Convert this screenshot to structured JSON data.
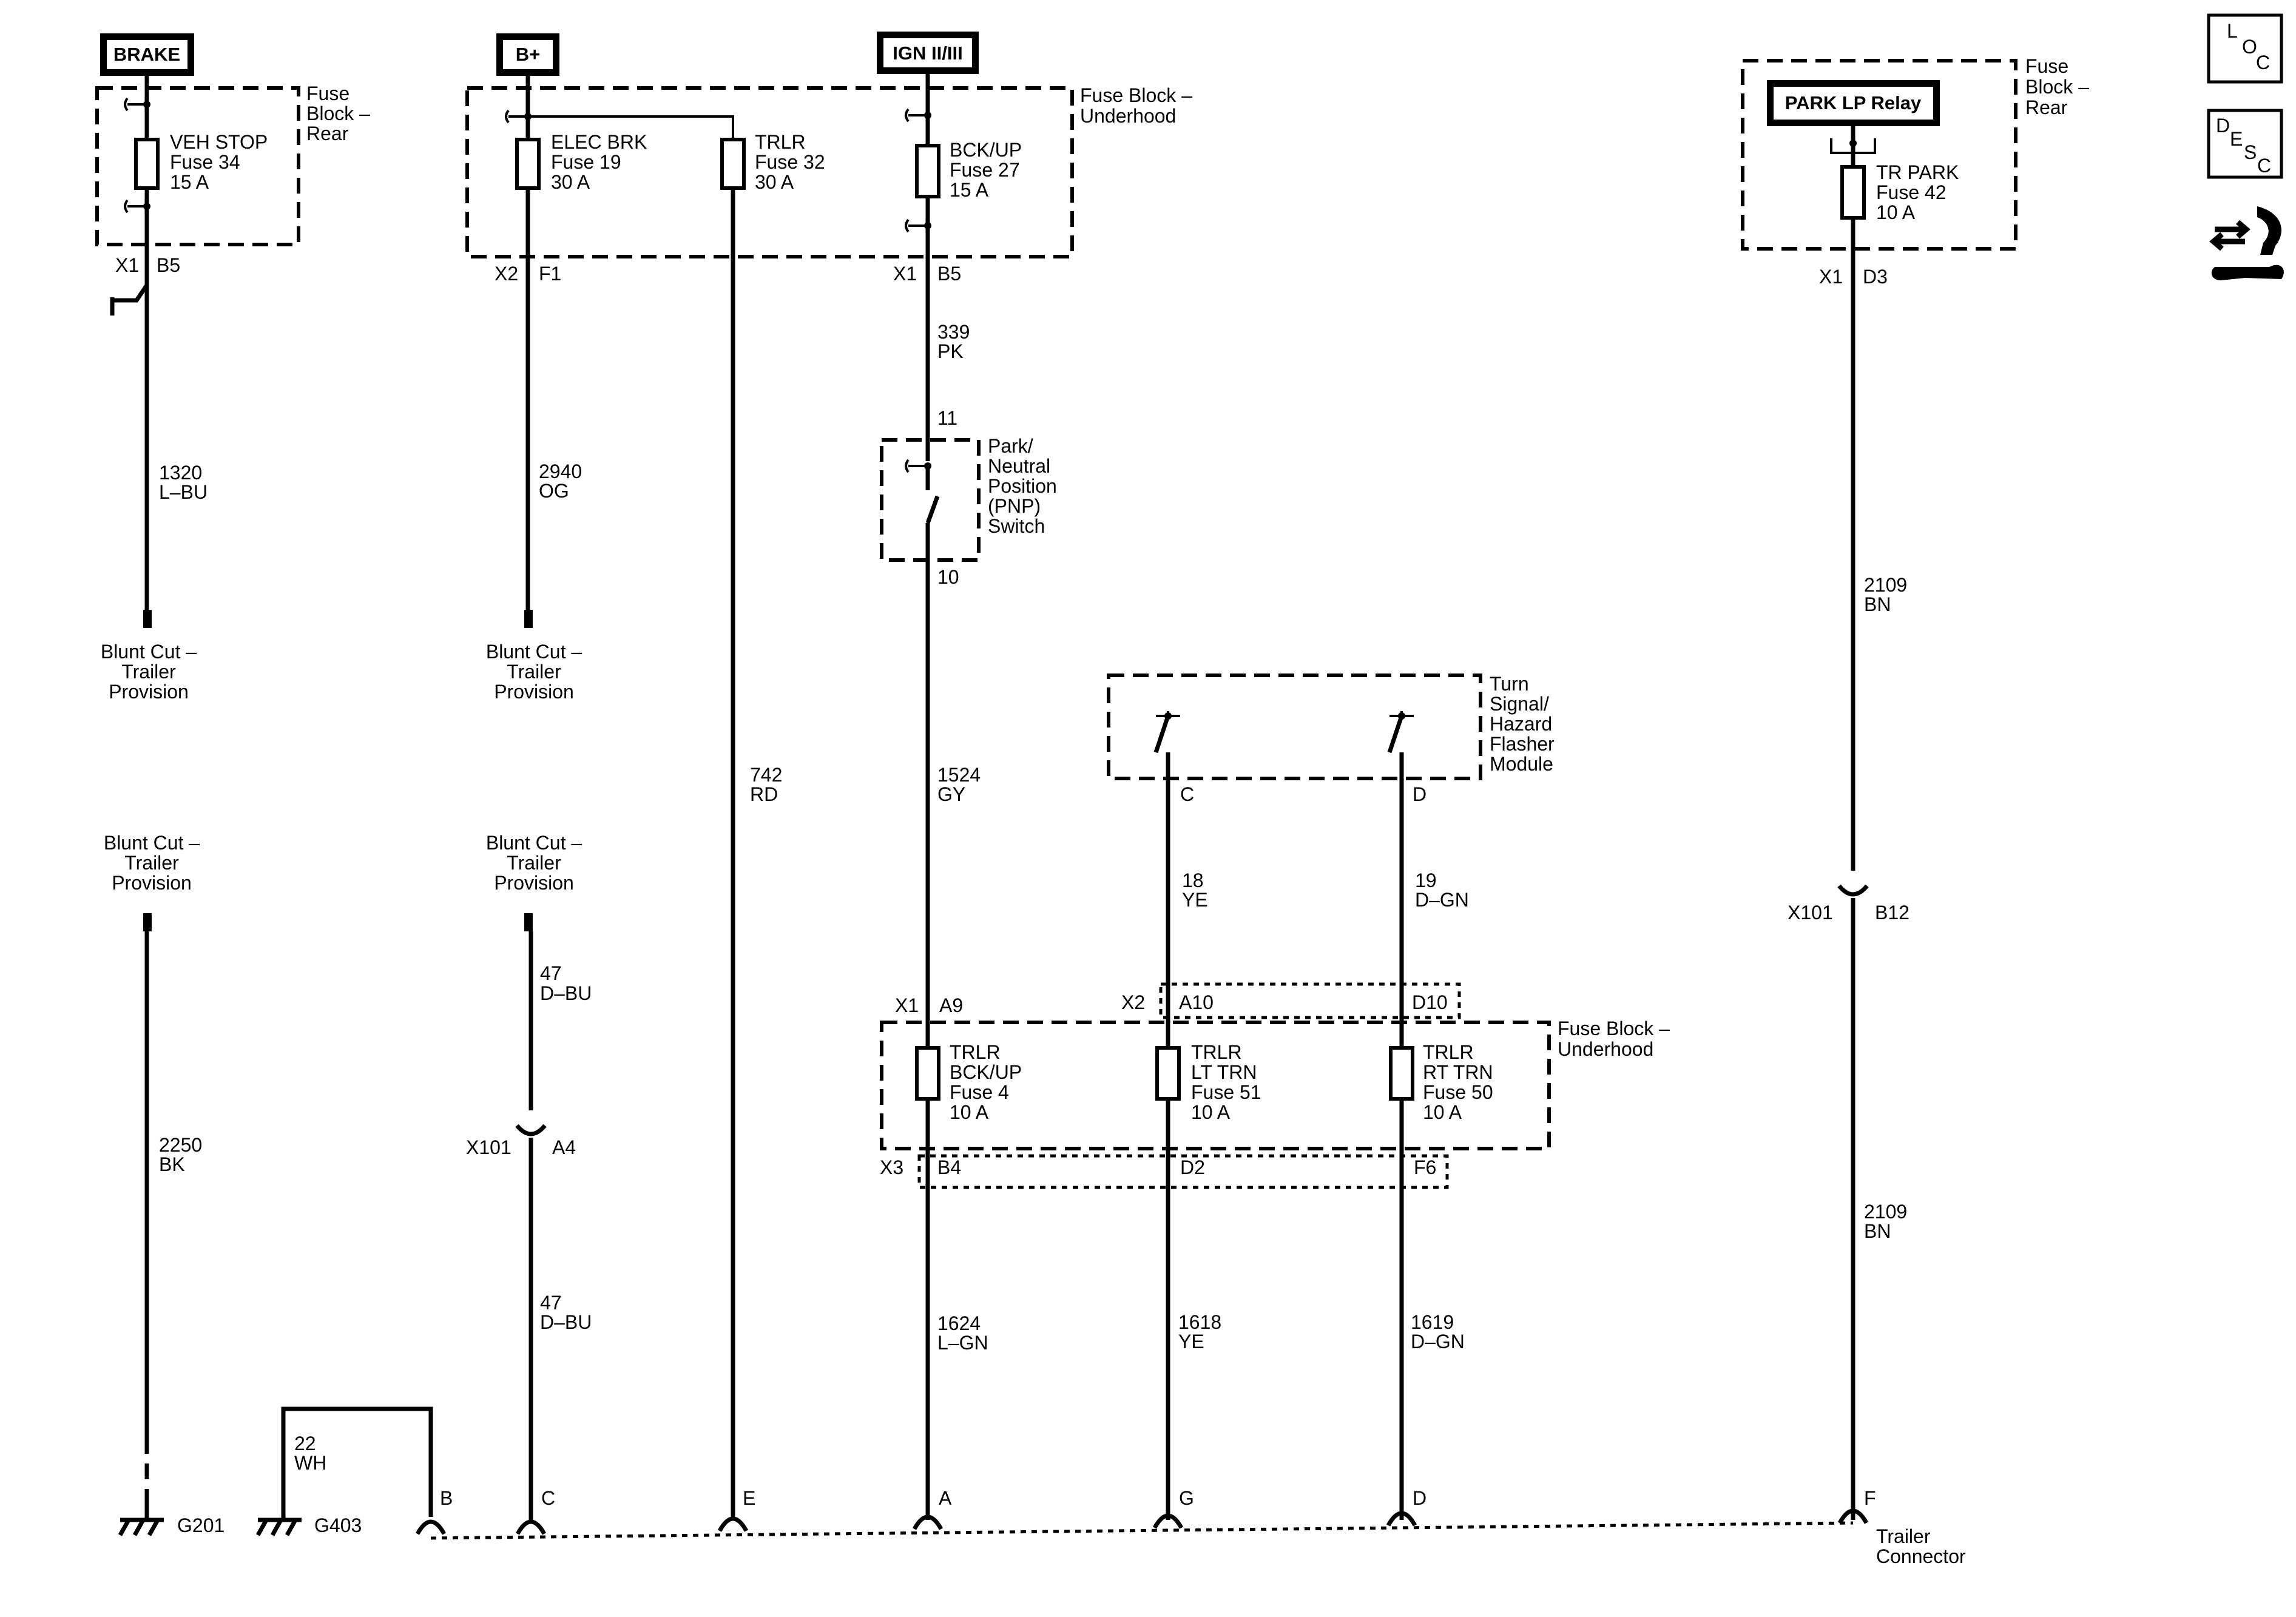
{
  "headers": {
    "brake": "BRAKE",
    "bplus": "B+",
    "ign": "IGN II/III",
    "park_relay": "PARK LP Relay"
  },
  "side_icons": {
    "loc": [
      "L",
      "O",
      "C"
    ],
    "desc": [
      "D",
      "E",
      "S",
      "C"
    ],
    "tool_icon": "wrench-arrows-icon"
  },
  "fuse_blocks": {
    "rear_left": [
      "Fuse",
      "Block –",
      "Rear"
    ],
    "underhood_top": [
      "Fuse Block –",
      "Underhood"
    ],
    "rear_right": [
      "Fuse",
      "Block –",
      "Rear"
    ],
    "underhood_bottom": [
      "Fuse Block –",
      "Underhood"
    ]
  },
  "fuses": {
    "veh_stop": [
      "VEH STOP",
      "Fuse 34",
      "15 A"
    ],
    "elec_brk": [
      "ELEC BRK",
      "Fuse 19",
      "30 A"
    ],
    "trlr32": [
      "TRLR",
      "Fuse 32",
      "30 A"
    ],
    "bck_up27": [
      "BCK/UP",
      "Fuse 27",
      "15 A"
    ],
    "tr_park": [
      "TR PARK",
      "Fuse 42",
      "10 A"
    ],
    "trlr_bckup4": [
      "TRLR",
      "BCK/UP",
      "Fuse 4",
      "10 A"
    ],
    "trlr_lttrn51": [
      "TRLR",
      "LT TRN",
      "Fuse 51",
      "10 A"
    ],
    "trlr_rttrn50": [
      "TRLR",
      "RT TRN",
      "Fuse 50",
      "10 A"
    ]
  },
  "connectors": {
    "x1_b5_left": [
      "X1",
      "B5"
    ],
    "x2_f1": [
      "X2",
      "F1"
    ],
    "x1_b5_mid": [
      "X1",
      "B5"
    ],
    "x1_d3": [
      "X1",
      "D3"
    ],
    "x101_b12": [
      "X101",
      "B12"
    ],
    "x101_a4": [
      "X101",
      "A4"
    ],
    "x1_a9": [
      "X1",
      "A9"
    ],
    "x2_a10": [
      "X2",
      "A10"
    ],
    "d10": "D10",
    "x3_b4": [
      "X3",
      "B4"
    ],
    "d2": "D2",
    "f6": "F6",
    "pnp_11": "11",
    "pnp_10": "10",
    "module_c": "C",
    "module_d": "D"
  },
  "wires": {
    "w1320": [
      "1320",
      "L–BU"
    ],
    "w2940": [
      "2940",
      "OG"
    ],
    "w742": [
      "742",
      "RD"
    ],
    "w339": [
      "339",
      "PK"
    ],
    "w1524": [
      "1524",
      "GY"
    ],
    "w18": [
      "18",
      "YE"
    ],
    "w19": [
      "19",
      "D–GN"
    ],
    "w2109a": [
      "2109",
      "BN"
    ],
    "w2109b": [
      "2109",
      "BN"
    ],
    "w47a": [
      "47",
      "D–BU"
    ],
    "w47b": [
      "47",
      "D–BU"
    ],
    "w2250": [
      "2250",
      "BK"
    ],
    "w22": [
      "22",
      "WH"
    ],
    "w1624": [
      "1624",
      "L–GN"
    ],
    "w1618": [
      "1618",
      "YE"
    ],
    "w1619": [
      "1619",
      "D–GN"
    ]
  },
  "components": {
    "pnp_switch": [
      "Park/",
      "Neutral",
      "Position",
      "(PNP)",
      "Switch"
    ],
    "flasher_module": [
      "Turn",
      "Signal/",
      "Hazard",
      "Flasher",
      "Module"
    ],
    "blunt_cut_1": [
      "Blunt Cut –",
      "Trailer",
      "Provision"
    ],
    "blunt_cut_2": [
      "Blunt Cut –",
      "Trailer",
      "Provision"
    ],
    "blunt_cut_3": [
      "Blunt Cut –",
      "Trailer",
      "Provision"
    ],
    "blunt_cut_4": [
      "Blunt Cut –",
      "Trailer",
      "Provision"
    ]
  },
  "grounds": {
    "g201": "G201",
    "g403": "G403"
  },
  "trailer_connector": {
    "pins": [
      "B",
      "C",
      "E",
      "A",
      "G",
      "D",
      "F"
    ],
    "label": [
      "Trailer",
      "Connector"
    ]
  }
}
